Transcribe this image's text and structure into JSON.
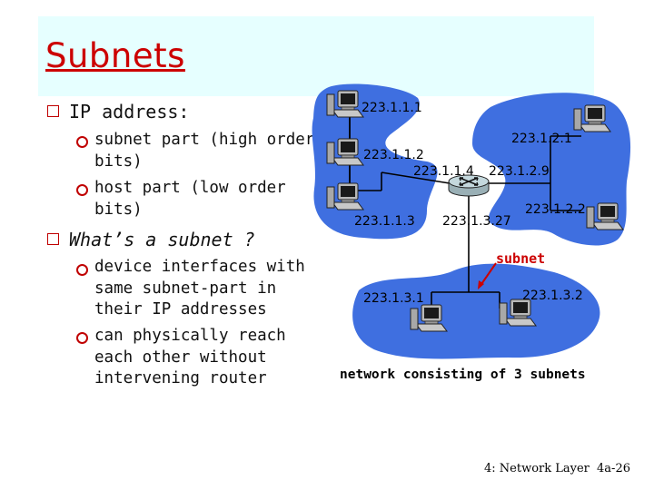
{
  "slide": {
    "title": "Subnets",
    "bullets": [
      {
        "text": "IP address:",
        "sub": [
          "subnet part (high order bits)",
          "host part (low order bits)"
        ]
      },
      {
        "text": "What’s a subnet ?",
        "sub": [
          "device interfaces with same subnet-part in their IP addresses",
          "can physically reach each other without intervening router"
        ]
      }
    ],
    "sub_lines": {
      "a": [
        "subnet part (high order",
        "bits)"
      ],
      "b": [
        "host part (low order",
        "bits)"
      ],
      "c": [
        "device interfaces with",
        "same subnet-part in",
        "their IP addresses"
      ],
      "d": [
        "can physically reach",
        "each other without",
        "intervening router"
      ]
    },
    "footer": "4: Network Layer",
    "page": "4a-26"
  },
  "diagram": {
    "addresses": {
      "h111": "223.1.1.1",
      "h112": "223.1.1.2",
      "h113": "223.1.1.3",
      "r114": "223.1.1.4",
      "h121": "223.1.2.1",
      "r129": "223.1.2.9",
      "h122": "223.1.2.2",
      "r1327": "223.1.3.27",
      "h131": "223.1.3.1",
      "h132": "223.1.3.2"
    },
    "subnet_label": "subnet",
    "caption": "network consisting of 3 subnets",
    "colors": {
      "cloud": "#3f6fe0",
      "subnet_label": "#cc0000",
      "title": "#cc0000",
      "title_band": "#e6ffff"
    }
  }
}
